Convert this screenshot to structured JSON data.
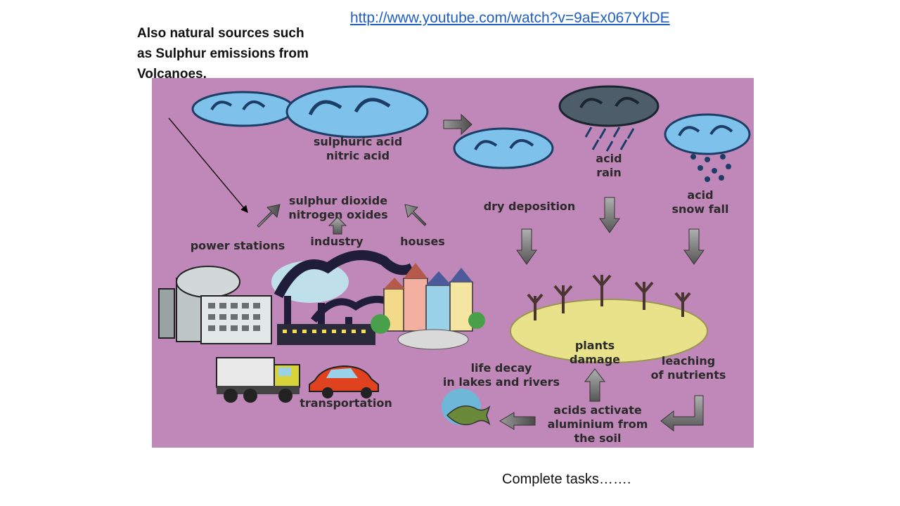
{
  "slide": {
    "link": "http://www.youtube.com/watch?v=9aEx067YkDE",
    "note_lines": [
      "Also natural sources such",
      "as Sulphur emissions from",
      "Volcanoes."
    ],
    "footer": "Complete tasks……."
  },
  "diagram": {
    "background_color": "#c088b8",
    "labels": {
      "sulphuric_acid": "sulphuric acid",
      "nitric_acid": "nitric acid",
      "sulphur_dioxide": "sulphur dioxide",
      "nitrogen_oxides": "nitrogen oxides",
      "power_stations": "power stations",
      "industry": "industry",
      "houses": "houses",
      "dry_deposition": "dry deposition",
      "acid_rain_1": "acid",
      "acid_rain_2": "rain",
      "acid_snow_1": "acid",
      "acid_snow_2": "snow fall",
      "plants_1": "plants",
      "plants_2": "damage",
      "leaching_1": "leaching",
      "leaching_2": "of nutrients",
      "life_decay_1": "life decay",
      "life_decay_2": "in lakes and rivers",
      "acids_activate_1": "acids activate",
      "acids_activate_2": "aluminium from",
      "acids_activate_3": "the soil",
      "transportation": "transportation"
    }
  }
}
